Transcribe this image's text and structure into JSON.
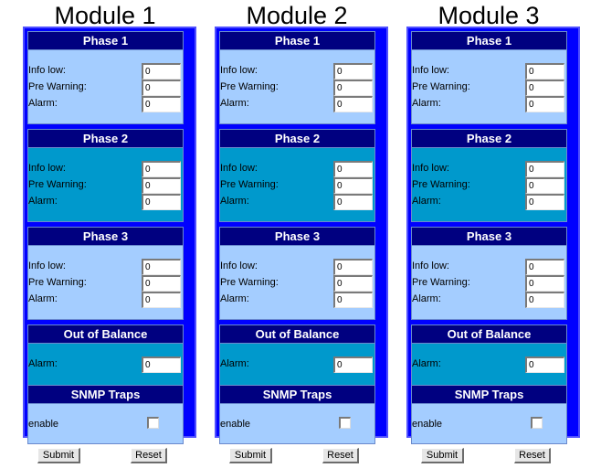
{
  "modules": [
    {
      "title": "Module 1",
      "phases": [
        {
          "title": "Phase 1",
          "info_low": "0",
          "pre_warning": "0",
          "alarm": "0"
        },
        {
          "title": "Phase 2",
          "info_low": "0",
          "pre_warning": "0",
          "alarm": "0"
        },
        {
          "title": "Phase 3",
          "info_low": "0",
          "pre_warning": "0",
          "alarm": "0"
        }
      ],
      "balance": {
        "title": "Out of Balance",
        "alarm": "0"
      },
      "snmp": {
        "title": "SNMP Traps",
        "enable_label": "enable",
        "enabled": false
      },
      "submit_label": "Submit",
      "reset_label": "Reset"
    },
    {
      "title": "Module 2",
      "phases": [
        {
          "title": "Phase 1",
          "info_low": "0",
          "pre_warning": "0",
          "alarm": "0"
        },
        {
          "title": "Phase 2",
          "info_low": "0",
          "pre_warning": "0",
          "alarm": "0"
        },
        {
          "title": "Phase 3",
          "info_low": "0",
          "pre_warning": "0",
          "alarm": "0"
        }
      ],
      "balance": {
        "title": "Out of Balance",
        "alarm": "0"
      },
      "snmp": {
        "title": "SNMP Traps",
        "enable_label": "enable",
        "enabled": false
      },
      "submit_label": "Submit",
      "reset_label": "Reset"
    },
    {
      "title": "Module 3",
      "phases": [
        {
          "title": "Phase 1",
          "info_low": "0",
          "pre_warning": "0",
          "alarm": "0"
        },
        {
          "title": "Phase 2",
          "info_low": "0",
          "pre_warning": "0",
          "alarm": "0"
        },
        {
          "title": "Phase 3",
          "info_low": "0",
          "pre_warning": "0",
          "alarm": "0"
        }
      ],
      "balance": {
        "title": "Out of Balance",
        "alarm": "0"
      },
      "snmp": {
        "title": "SNMP Traps",
        "enable_label": "enable",
        "enabled": false
      },
      "submit_label": "Submit",
      "reset_label": "Reset"
    }
  ],
  "labels": {
    "info_low": "Info low:",
    "pre_warning": "Pre Warning:",
    "alarm": "Alarm:"
  },
  "colors": {
    "frame": "#0000ff",
    "header": "#000080",
    "panel_light": "#a4cdff",
    "panel_mid": "#0099cc"
  }
}
